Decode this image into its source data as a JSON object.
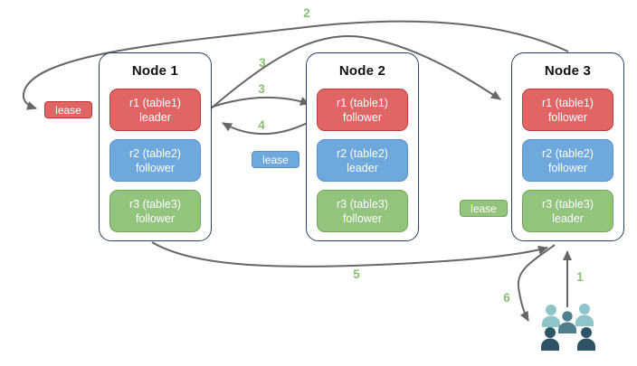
{
  "nodes": [
    {
      "title": "Node 1",
      "replicas": [
        {
          "label": "r1 (table1)",
          "role": "leader"
        },
        {
          "label": "r2 (table2)",
          "role": "follower"
        },
        {
          "label": "r3 (table3)",
          "role": "follower"
        }
      ]
    },
    {
      "title": "Node 2",
      "replicas": [
        {
          "label": "r1 (table1)",
          "role": "follower"
        },
        {
          "label": "r2 (table2)",
          "role": "leader"
        },
        {
          "label": "r3 (table3)",
          "role": "follower"
        }
      ]
    },
    {
      "title": "Node 3",
      "replicas": [
        {
          "label": "r1 (table1)",
          "role": "follower"
        },
        {
          "label": "r2 (table2)",
          "role": "follower"
        },
        {
          "label": "r3 (table3)",
          "role": "leader"
        }
      ]
    }
  ],
  "leases": [
    {
      "text": "lease",
      "color": "red"
    },
    {
      "text": "lease",
      "color": "blue"
    },
    {
      "text": "lease",
      "color": "green"
    }
  ],
  "steps": {
    "step1": "1",
    "step2": "2",
    "step3a": "3",
    "step3b": "3",
    "step4": "4",
    "step5": "5",
    "step6": "6"
  },
  "colors": {
    "replica_red": "#e06666",
    "replica_blue": "#6fa8dc",
    "replica_green": "#93c47d",
    "node_border": "#26415f",
    "arrow": "#666666",
    "step_label": "#8bbd72",
    "people_light": "#8fc4c8",
    "people_medium": "#4e7f8d",
    "people_dark": "#2d5465"
  }
}
